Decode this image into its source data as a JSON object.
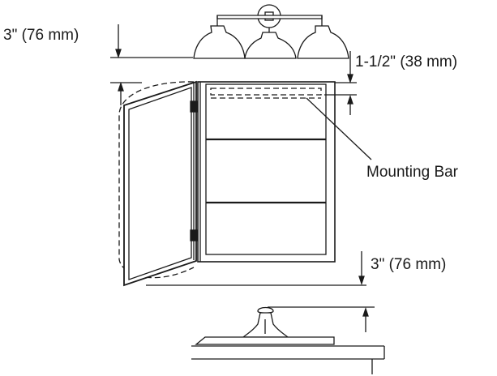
{
  "labels": {
    "top_clearance": "3\" (76 mm)",
    "mounting_offset": "1-1/2\" (38 mm)",
    "mounting_bar": "Mounting Bar",
    "bottom_clearance": "3\" (76 mm)"
  }
}
